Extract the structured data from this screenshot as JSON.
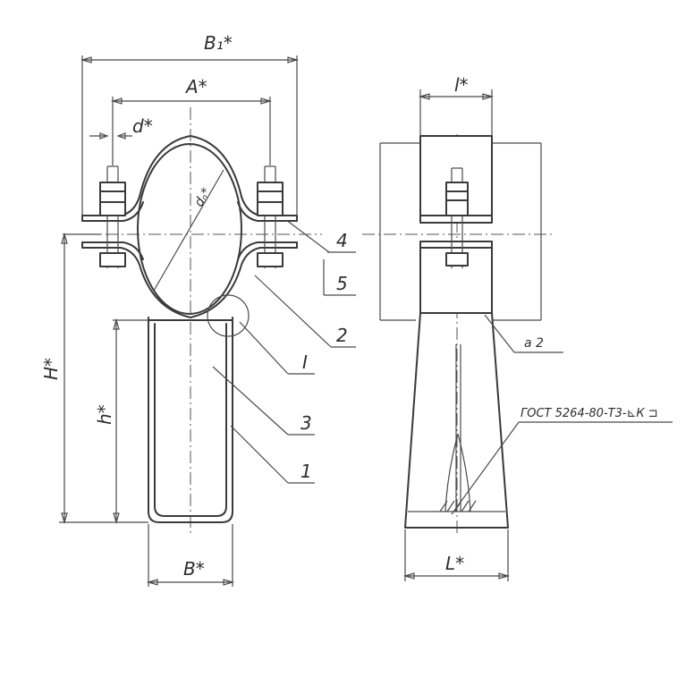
{
  "views": {
    "front": {
      "dimensions": {
        "overall_width": "B₁*",
        "bolt_spacing": "A*",
        "bolt_diameter": "d*",
        "pipe_diameter": "dₙ*",
        "overall_height": "H*",
        "support_height": "h*",
        "support_width": "B*"
      },
      "callouts": [
        "4",
        "5",
        "2",
        "I",
        "3",
        "1"
      ]
    },
    "side": {
      "dimensions": {
        "clamp_width": "l*",
        "base_length": "L*"
      },
      "weld_size": "a 2",
      "weld_standard": "ГОСТ 5264-80-Т3-⊾К ⊐"
    }
  }
}
